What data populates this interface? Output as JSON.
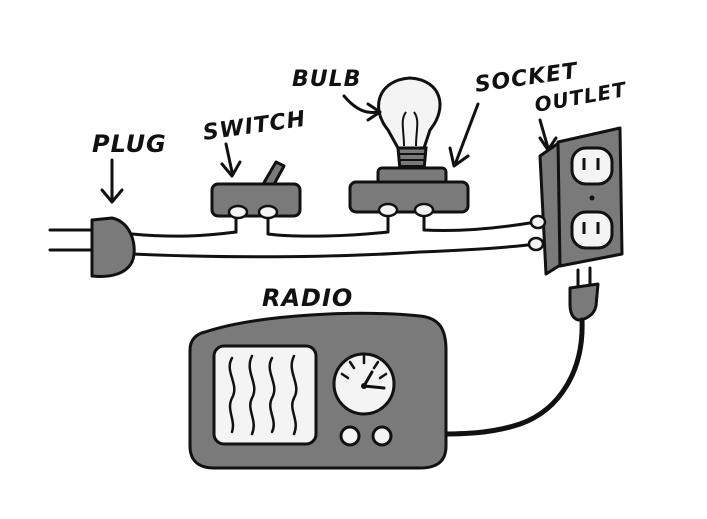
{
  "labels": {
    "plug": "PLUG",
    "switch": "SWITCH",
    "bulb": "BULB",
    "socket": "SOCKET",
    "outlet": "OUTLET",
    "radio": "RADIO"
  },
  "colors": {
    "background": "#ffffff",
    "ink": "#111111",
    "device_fill": "#7a7a7a",
    "light_fill": "#f4f4f4"
  }
}
